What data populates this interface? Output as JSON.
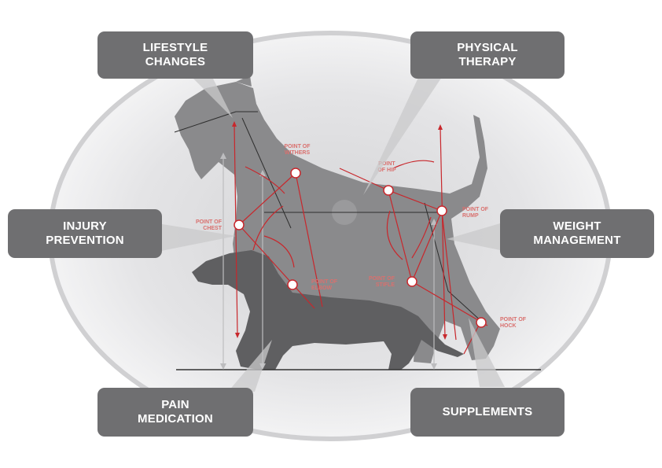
{
  "callouts": {
    "lifestyle": "LIFESTYLE\nCHANGES",
    "physical": "PHYSICAL\nTHERAPY",
    "injury": "INJURY\nPREVENTION",
    "weight": "WEIGHT\nMANAGEMENT",
    "pain": "PAIN\nMEDICATION",
    "supplements": "SUPPLEMENTS"
  },
  "points": {
    "withers": [
      "POINT OF",
      "WITHERS"
    ],
    "hip": [
      "POINT",
      "OF HIP"
    ],
    "rump": [
      "POINT OF",
      "RUMP"
    ],
    "chest": [
      "POINT OF",
      "CHEST"
    ],
    "elbow": [
      "POINT OF",
      "ELBOW"
    ],
    "stifle": [
      "POINT OF",
      "STIFLE"
    ],
    "hock": [
      "POINT OF",
      "HOCK"
    ]
  },
  "colors": {
    "callout_bg": "#6f6f71",
    "dog_front": "#5f5f61",
    "dog_back": "#8a8a8c",
    "accent_red": "#c8272c",
    "label_red": "#d9706e"
  }
}
